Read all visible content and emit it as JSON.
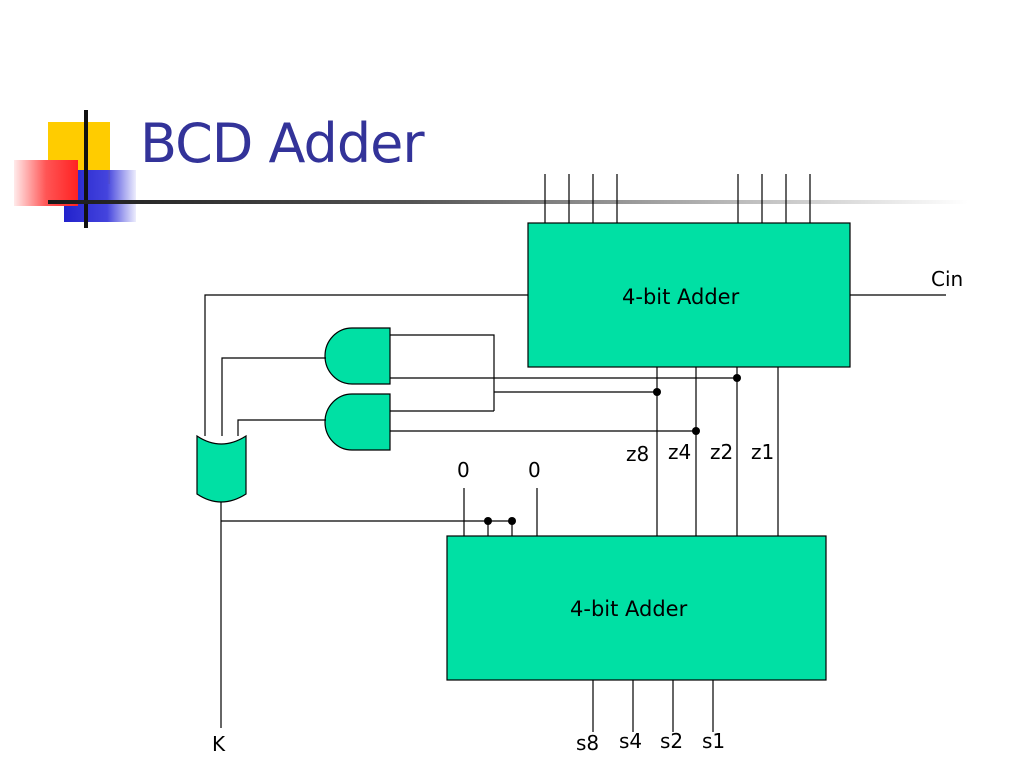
{
  "slide": {
    "title": "BCD Adder"
  },
  "diagram": {
    "top_adder_label": "4-bit Adder",
    "bottom_adder_label": "4-bit Adder",
    "carry_in_label": "Cin",
    "carry_out_label": "K",
    "zero_labels": [
      "0",
      "0"
    ],
    "z_labels": [
      "z8",
      "z4",
      "z2",
      "z1"
    ],
    "s_labels": [
      "s8",
      "s4",
      "s2",
      "s1"
    ]
  },
  "colors": {
    "title": "#333399",
    "block_fill": "#00e0a4",
    "logo_yellow": "#ffcc00",
    "logo_blue": "#3333cc",
    "logo_red": "#ff3333"
  }
}
